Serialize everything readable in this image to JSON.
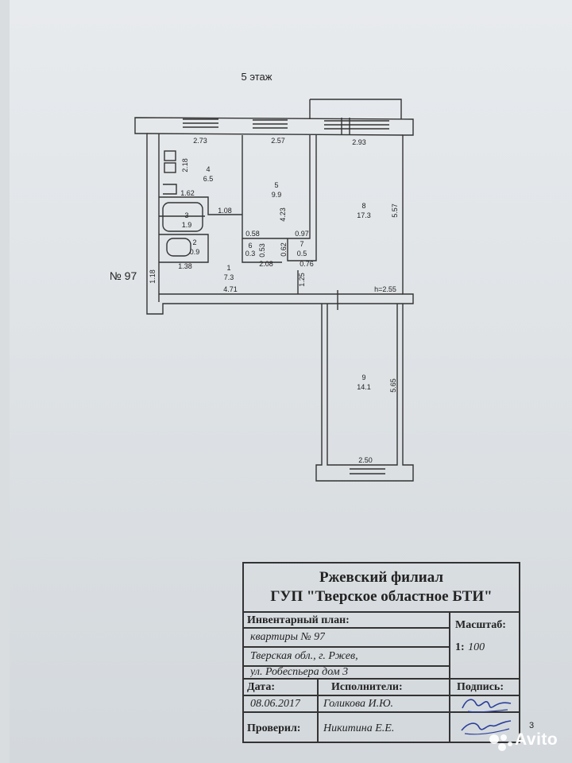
{
  "plan": {
    "floor_label": "5 этаж",
    "apartment_label": "№ 97",
    "ceiling_height": "h=2.55",
    "dimensions": {
      "top_left": "2.73",
      "top_mid": "2.57",
      "top_right": "2.93",
      "kitchen_side": "2.18",
      "bath_width": "1.62",
      "bath_door": "1.08",
      "wc_width": "1.38",
      "pantry_w": "0.58",
      "pantry_h": "0.53",
      "closet_w": "0.97",
      "closet_h": "0.62",
      "corr_w": "2.08",
      "corr_right": "0.76",
      "room5_h": "4.23",
      "room8_h": "5.57",
      "hall_left": "1.18",
      "hall_w": "4.71",
      "hall_r": "1.25",
      "room9_w": "2.50",
      "room9_h": "5.65"
    },
    "rooms": [
      {
        "num": "4",
        "area": "6.5"
      },
      {
        "num": "5",
        "area": "9.9"
      },
      {
        "num": "8",
        "area": "17.3"
      },
      {
        "num": "3",
        "area": "1.9"
      },
      {
        "num": "2",
        "area": "0.9"
      },
      {
        "num": "6",
        "area": "0.3"
      },
      {
        "num": "7",
        "area": "0.5"
      },
      {
        "num": "1",
        "area": "7.3"
      },
      {
        "num": "9",
        "area": "14.1"
      }
    ]
  },
  "stamp": {
    "org_line1": "Ржевский филиал",
    "org_line2": "ГУП \"Тверское областное БТИ\"",
    "inventory_label": "Инвентарный план:",
    "apartment_value": "квартиры № 97",
    "address_line1": "Тверская обл., г. Ржев,",
    "address_line2": "ул. Робеспьера дом 3",
    "scale_label": "Масштаб:",
    "scale_value_prefix": "1:",
    "scale_value": "100",
    "date_label": "Дата:",
    "executors_label": "Исполнители:",
    "signature_label": "Подпись:",
    "date_value": "08.06.2017",
    "executor_value": "Голикова И.Ю.",
    "checked_label": "Проверил:",
    "checked_value": "Никитина Е.Е."
  },
  "page_number": "3",
  "watermark": "Avito"
}
